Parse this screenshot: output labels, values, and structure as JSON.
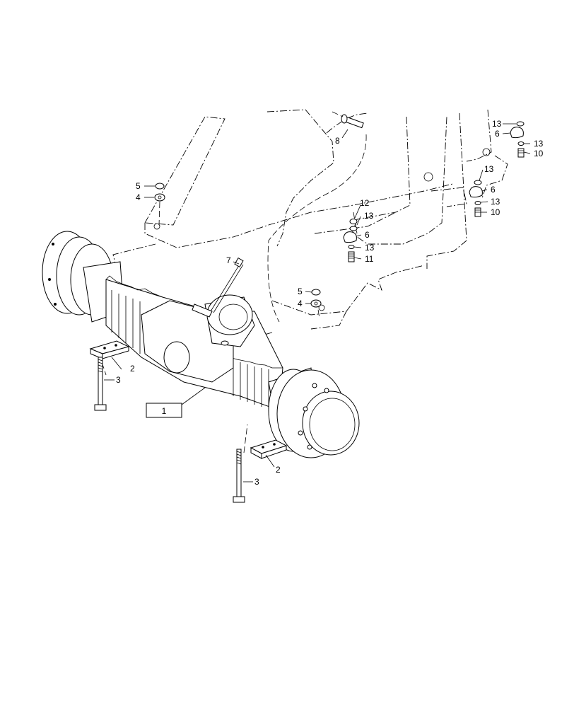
{
  "diagram": {
    "callouts": {
      "c1": "1",
      "c2a": "2",
      "c2b": "2",
      "c3a": "3",
      "c3b": "3",
      "c4a": "4",
      "c4b": "4",
      "c5a": "5",
      "c5b": "5",
      "c6a": "6",
      "c6b": "6",
      "c6c": "6",
      "c7": "7",
      "c8": "8",
      "c10a": "10",
      "c10b": "10",
      "c11": "11",
      "c12": "12",
      "c13a": "13",
      "c13b": "13",
      "c13c": "13",
      "c13d": "13",
      "c13e": "13",
      "c13f": "13"
    }
  }
}
